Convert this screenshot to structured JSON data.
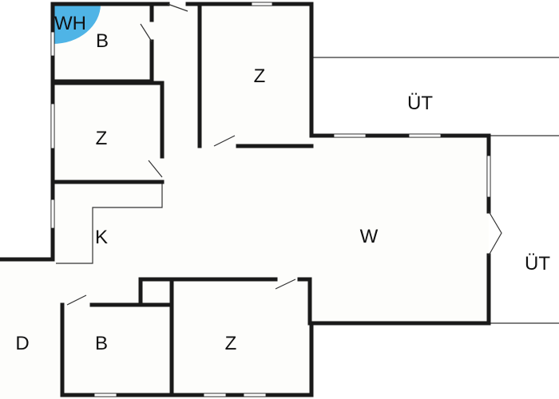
{
  "colors": {
    "wall": "#1a1a1a",
    "thin_line": "#333333",
    "floor": "#fdfdfb",
    "window": "#ffffff",
    "wh_marker": "#4fb4e6",
    "text": "#111111"
  },
  "rooms": {
    "wh": "WH",
    "bath_top": "B",
    "room_top_right": "Z",
    "room_top_left": "Z",
    "terrace_top": "ÜT",
    "kitchen": "K",
    "living": "W",
    "terrace_right": "ÜT",
    "storage": "D",
    "bath_bottom": "B",
    "room_bottom": "Z"
  }
}
